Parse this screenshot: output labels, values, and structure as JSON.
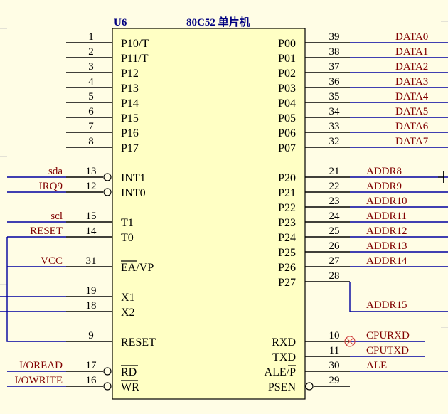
{
  "chip": {
    "ref": "U6",
    "type": "80C52 单片机"
  },
  "left_pins": [
    {
      "pin": "1",
      "name": "P10/T",
      "net": ""
    },
    {
      "pin": "2",
      "name": "P11/T",
      "net": ""
    },
    {
      "pin": "3",
      "name": "P12",
      "net": ""
    },
    {
      "pin": "4",
      "name": "P13",
      "net": ""
    },
    {
      "pin": "5",
      "name": "P14",
      "net": ""
    },
    {
      "pin": "6",
      "name": "P15",
      "net": ""
    },
    {
      "pin": "7",
      "name": "P16",
      "net": ""
    },
    {
      "pin": "8",
      "name": "P17",
      "net": ""
    },
    {
      "pin": "13",
      "name": "INT1",
      "net": "sda"
    },
    {
      "pin": "12",
      "name": "INT0",
      "net": "IRQ9"
    },
    {
      "pin": "15",
      "name": "T1",
      "net": "scl"
    },
    {
      "pin": "14",
      "name": "T0",
      "net": "RESET"
    },
    {
      "pin": "31",
      "name": "EA/VP",
      "net": "VCC"
    },
    {
      "pin": "19",
      "name": "X1",
      "net": ""
    },
    {
      "pin": "18",
      "name": "X2",
      "net": ""
    },
    {
      "pin": "9",
      "name": "RESET",
      "net": ""
    },
    {
      "pin": "17",
      "name": "RD",
      "net": "I/OREAD"
    },
    {
      "pin": "16",
      "name": "WR",
      "net": "I/OWRITE"
    }
  ],
  "right_pins": [
    {
      "pin": "39",
      "name": "P00",
      "net": "DATA0"
    },
    {
      "pin": "38",
      "name": "P01",
      "net": "DATA1"
    },
    {
      "pin": "37",
      "name": "P02",
      "net": "DATA2"
    },
    {
      "pin": "36",
      "name": "P03",
      "net": "DATA3"
    },
    {
      "pin": "35",
      "name": "P04",
      "net": "DATA4"
    },
    {
      "pin": "34",
      "name": "P05",
      "net": "DATA5"
    },
    {
      "pin": "33",
      "name": "P06",
      "net": "DATA6"
    },
    {
      "pin": "32",
      "name": "P07",
      "net": "DATA7"
    },
    {
      "pin": "21",
      "name": "P20",
      "net": "ADDR8"
    },
    {
      "pin": "22",
      "name": "P21",
      "net": "ADDR9"
    },
    {
      "pin": "23",
      "name": "P22",
      "net": "ADDR10"
    },
    {
      "pin": "24",
      "name": "P23",
      "net": "ADDR11"
    },
    {
      "pin": "25",
      "name": "P24",
      "net": "ADDR12"
    },
    {
      "pin": "26",
      "name": "P25",
      "net": "ADDR13"
    },
    {
      "pin": "27",
      "name": "P26",
      "net": "ADDR14"
    },
    {
      "pin": "28",
      "name": "P27",
      "net": "ADDR15"
    },
    {
      "pin": "10",
      "name": "RXD",
      "net": "CPURXD"
    },
    {
      "pin": "11",
      "name": "TXD",
      "net": "CPUTXD"
    },
    {
      "pin": "30",
      "name": "ALE/P",
      "net": "ALE"
    },
    {
      "pin": "29",
      "name": "PSEN",
      "net": ""
    }
  ],
  "colors": {
    "background": "#fffde5",
    "chip_fill": "#ffffc4",
    "ink": "#000000",
    "net_label": "#800000",
    "net_wire": "#0000a0",
    "grid": "#c8c8c8",
    "ref": "#000080",
    "no_connect": "#d04040"
  }
}
